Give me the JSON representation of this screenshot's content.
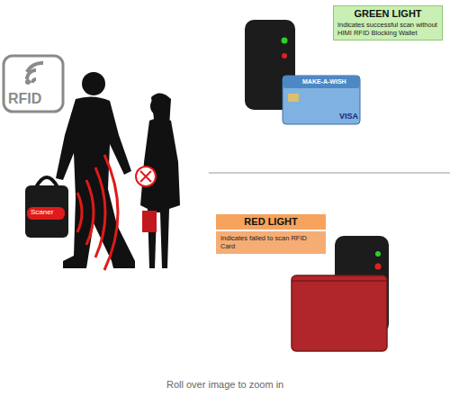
{
  "diagram": {
    "caption": "Roll over image to zoom in",
    "nodes": [
      {
        "text": [
          "GREEN LIGHT",
          "Indicates successful scan without HIMI RFID Blocking Wallet"
        ]
      },
      {
        "text": [
          "RED LIGHT",
          "Indicates failed to scan RFID Card"
        ]
      }
    ],
    "labels": [
      "RFID",
      "Scaner",
      "MAKE-A-WISH",
      "VISA"
    ]
  }
}
